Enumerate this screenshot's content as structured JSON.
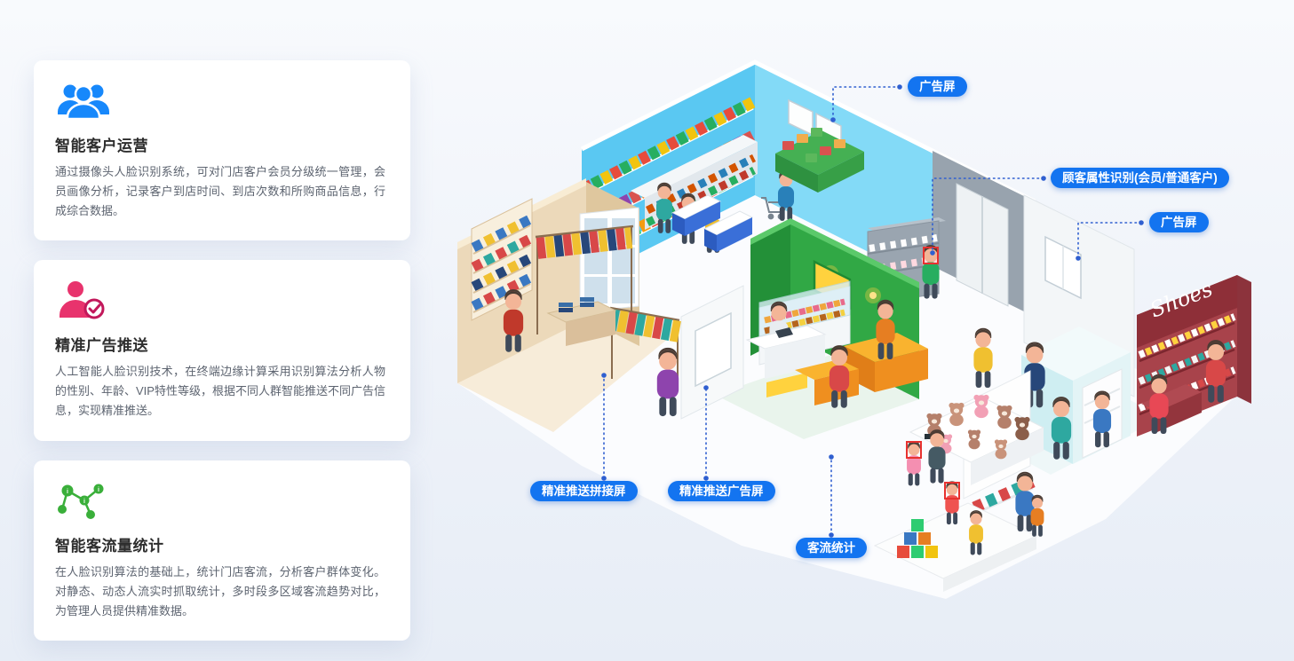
{
  "cards": [
    {
      "icon": "users-group-icon",
      "title": "智能客户运营",
      "body": "通过摄像头人脸识别系统，可对门店客户会员分级统一管理，会员画像分析，记录客户到店时间、到店次数和所购商品信息，行成综合数据。"
    },
    {
      "icon": "person-check-icon",
      "title": "精准广告推送",
      "body": "人工智能人脸识别技术，在终端边缘计算采用识别算法分析人物的性别、年龄、VIP特性等级，根据不同人群智能推送不同广告信息，实现精准推送。"
    },
    {
      "icon": "network-nodes-icon",
      "title": "智能客流量统计",
      "body": "在人脸识别算法的基础上，统计门店客流，分析客户群体变化。对静态、动态人流实时抓取统计，多时段多区域客流趋势对比，为管理人员提供精准数据。"
    }
  ],
  "callouts": [
    {
      "text": "广告屏"
    },
    {
      "text": "顾客属性识别(会员/普通客户)"
    },
    {
      "text": "广告屏"
    },
    {
      "text": "精准推送拼接屏"
    },
    {
      "text": "精准推送广告屏"
    },
    {
      "text": "客流统计"
    }
  ],
  "illustration": {
    "shoes_sign": "Shoes"
  },
  "colors": {
    "callout_bg": "#1374f0",
    "callout_text": "#ffffff",
    "detection_box": "#e8322f",
    "icon_blue": "#1788fb",
    "icon_pink": "#e8336d",
    "icon_green": "#3aaf3a"
  }
}
